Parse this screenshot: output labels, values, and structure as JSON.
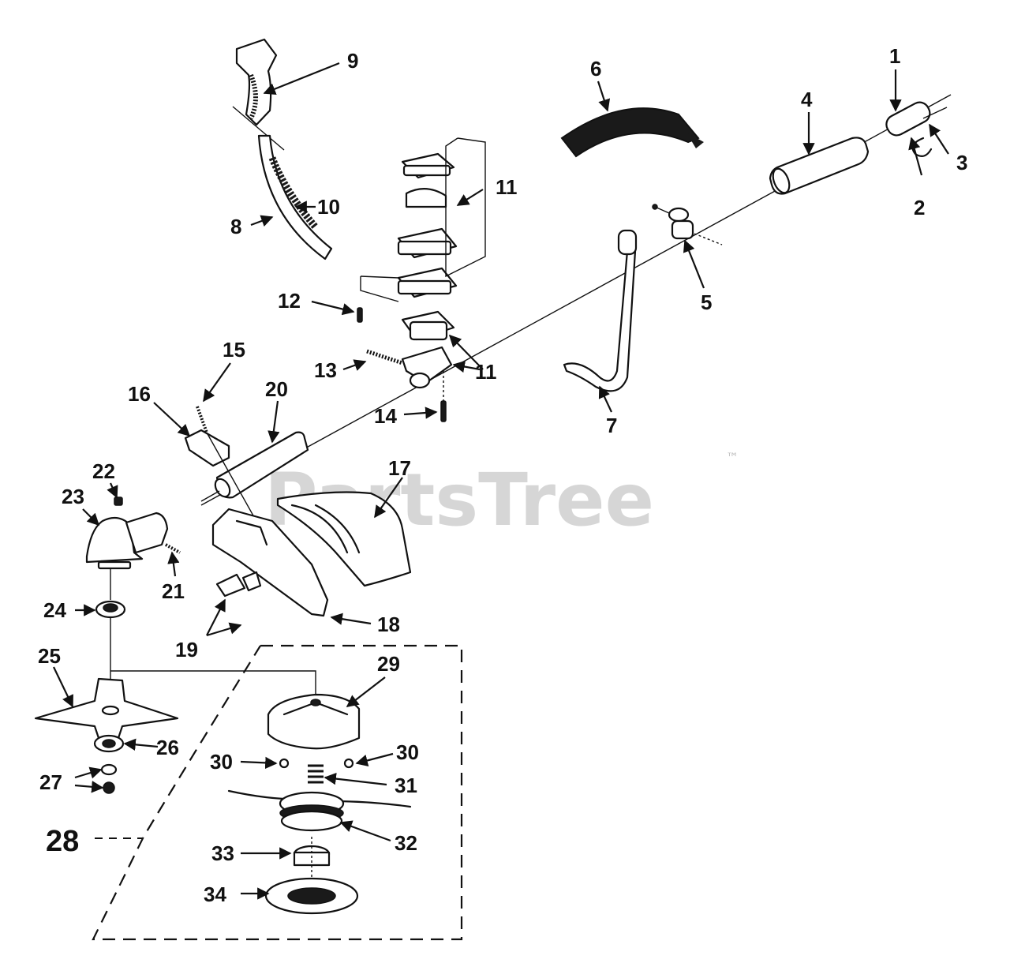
{
  "watermark": {
    "text": "PartsTree",
    "trademark": "™"
  },
  "callouts": {
    "c1": "1",
    "c2": "2",
    "c3": "3",
    "c4": "4",
    "c5": "5",
    "c6": "6",
    "c7": "7",
    "c8": "8",
    "c9": "9",
    "c10": "10",
    "c11a": "11",
    "c11b": "11",
    "c12": "12",
    "c13": "13",
    "c14": "14",
    "c15": "15",
    "c16": "16",
    "c17": "17",
    "c18": "18",
    "c19": "19",
    "c20": "20",
    "c21": "21",
    "c22": "22",
    "c23": "23",
    "c24": "24",
    "c25": "25",
    "c26": "26",
    "c27": "27",
    "c28": "28",
    "c29": "29",
    "c30a": "30",
    "c30b": "30",
    "c31": "31",
    "c32": "32",
    "c33": "33",
    "c34": "34"
  }
}
